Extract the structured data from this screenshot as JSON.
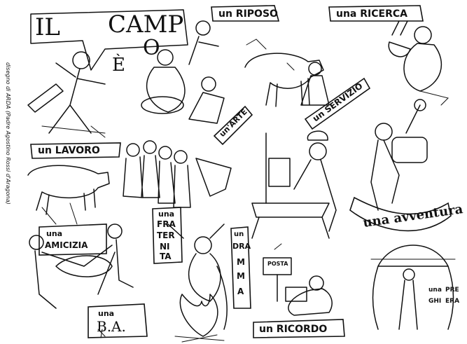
{
  "credit": "disegno di ARDA (Padre Agostino Rossi d'Aragona)",
  "title": {
    "word1": "IL",
    "word2": "CAMP",
    "word3": "O",
    "word4": "È"
  },
  "labels": {
    "riposo": "un RIPOSO",
    "ricerca": "una RICERCA",
    "lavoro": "un LAVORO",
    "arte": "un'ARTE",
    "servizio": "un SERVIZIO",
    "amicizia_1": "una",
    "amicizia_2": "AMICIZIA",
    "fraternita": [
      "una",
      "FRA",
      "TER",
      "NI",
      "TA"
    ],
    "dramma": [
      "un",
      "DRA",
      "M",
      "M",
      "A"
    ],
    "avventura": "una avventura",
    "posta": "POSTA",
    "ba_1": "una",
    "ba_2": "B.A.",
    "ricordo": "un RICORDO",
    "preghiera": [
      "una",
      "PRE",
      "GHI",
      "ERA"
    ]
  }
}
